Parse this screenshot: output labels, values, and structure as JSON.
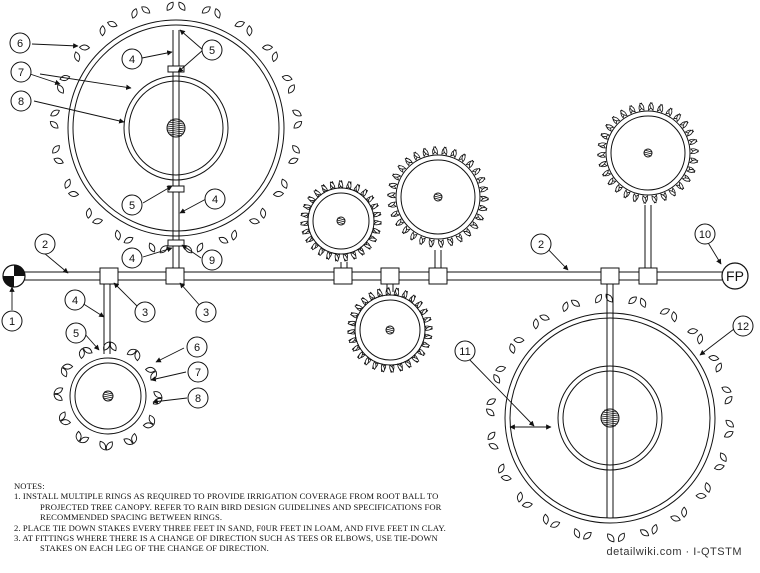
{
  "meter_label": "FP",
  "callouts": {
    "c1": "1",
    "c2": "2",
    "c3": "3",
    "c4": "4",
    "c5": "5",
    "c6": "6",
    "c7": "7",
    "c8": "8",
    "c9": "9",
    "c10": "10",
    "c11": "11",
    "c12": "12"
  },
  "notes": {
    "title": "NOTES:",
    "items": [
      "1. INSTALL MULTIPLE RINGS AS REQUIRED TO PROVIDE IRRIGATION COVERAGE FROM ROOT BALL TO PROJECTED TREE CANOPY.  REFER TO RAIN BIRD DESIGN GUIDELINES AND SPECIFICATIONS FOR RECOMMENDED SPACING BETWEEN RINGS.",
      "2. PLACE TIE DOWN STAKES EVERY THREE FEET IN SAND, F0UR FEET IN LOAM, AND FIVE FEET IN CLAY.",
      "3. AT FITTINGS WHERE THERE IS A CHANGE OF DIRECTION SUCH AS TEES OR ELBOWS, USE TIE-DOWN STAKES ON EACH LEG OF THE CHANGE OF DIRECTION."
    ]
  },
  "credit": "detailwiki.com · I-QTSTM",
  "colors": {
    "line": "#111111",
    "background": "#ffffff"
  }
}
